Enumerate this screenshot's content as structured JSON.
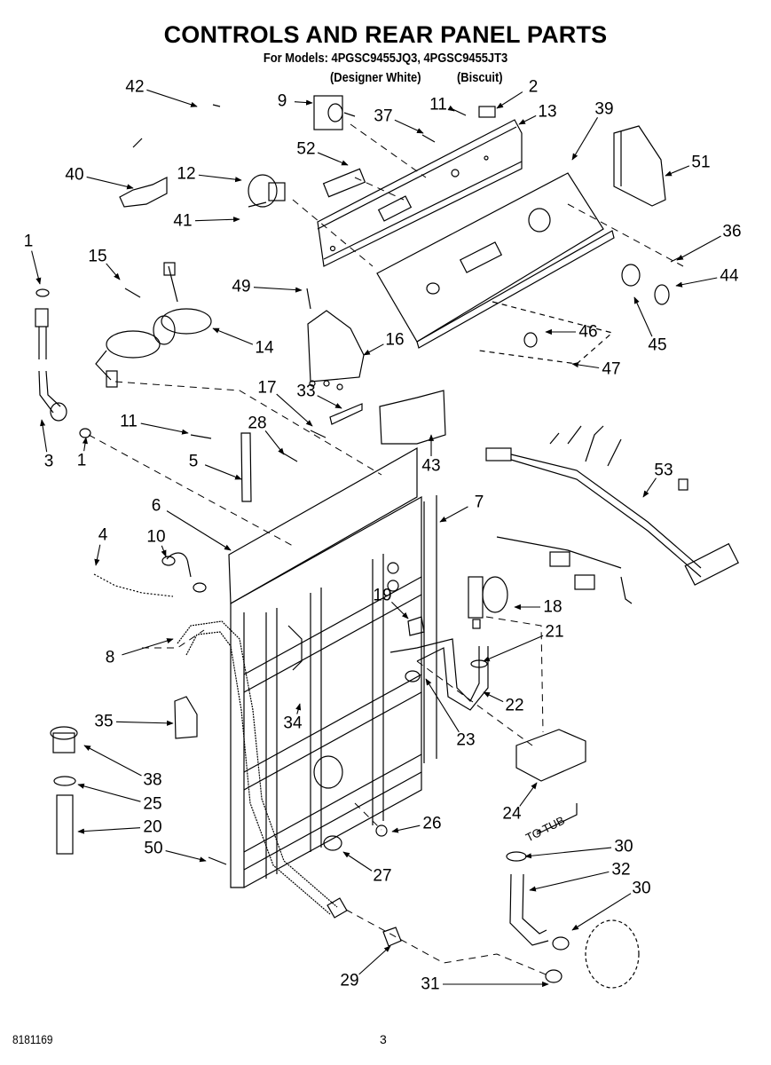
{
  "header": {
    "title": "CONTROLS AND REAR PANEL PARTS",
    "models_line": "For Models: 4PGSC9455JQ3, 4PGSC9455JT3",
    "variants": [
      "(Designer White)",
      "(Biscuit)"
    ]
  },
  "diagram": {
    "annotation_to_tub": "TO TUB",
    "callouts": [
      {
        "id": "42",
        "part": "42"
      },
      {
        "id": "9",
        "part": "9"
      },
      {
        "id": "2",
        "part": "2"
      },
      {
        "id": "11a",
        "part": "11"
      },
      {
        "id": "37",
        "part": "37"
      },
      {
        "id": "13",
        "part": "13"
      },
      {
        "id": "39",
        "part": "39"
      },
      {
        "id": "52",
        "part": "52"
      },
      {
        "id": "51",
        "part": "51"
      },
      {
        "id": "40",
        "part": "40"
      },
      {
        "id": "12",
        "part": "12"
      },
      {
        "id": "41",
        "part": "41"
      },
      {
        "id": "36",
        "part": "36"
      },
      {
        "id": "1a",
        "part": "1"
      },
      {
        "id": "15",
        "part": "15"
      },
      {
        "id": "49",
        "part": "49"
      },
      {
        "id": "44",
        "part": "44"
      },
      {
        "id": "46",
        "part": "46"
      },
      {
        "id": "14",
        "part": "14"
      },
      {
        "id": "16",
        "part": "16"
      },
      {
        "id": "45",
        "part": "45"
      },
      {
        "id": "47",
        "part": "47"
      },
      {
        "id": "17",
        "part": "17"
      },
      {
        "id": "33",
        "part": "33"
      },
      {
        "id": "11b",
        "part": "11"
      },
      {
        "id": "28",
        "part": "28"
      },
      {
        "id": "43",
        "part": "43"
      },
      {
        "id": "3",
        "part": "3"
      },
      {
        "id": "1b",
        "part": "1"
      },
      {
        "id": "5",
        "part": "5"
      },
      {
        "id": "53",
        "part": "53"
      },
      {
        "id": "6",
        "part": "6"
      },
      {
        "id": "7",
        "part": "7"
      },
      {
        "id": "4",
        "part": "4"
      },
      {
        "id": "10",
        "part": "10"
      },
      {
        "id": "18",
        "part": "18"
      },
      {
        "id": "19",
        "part": "19"
      },
      {
        "id": "21",
        "part": "21"
      },
      {
        "id": "8",
        "part": "8"
      },
      {
        "id": "22",
        "part": "22"
      },
      {
        "id": "35",
        "part": "35"
      },
      {
        "id": "34",
        "part": "34"
      },
      {
        "id": "23",
        "part": "23"
      },
      {
        "id": "38",
        "part": "38"
      },
      {
        "id": "25",
        "part": "25"
      },
      {
        "id": "24",
        "part": "24"
      },
      {
        "id": "20",
        "part": "20"
      },
      {
        "id": "26",
        "part": "26"
      },
      {
        "id": "50",
        "part": "50"
      },
      {
        "id": "30a",
        "part": "30"
      },
      {
        "id": "27",
        "part": "27"
      },
      {
        "id": "32",
        "part": "32"
      },
      {
        "id": "30b",
        "part": "30"
      },
      {
        "id": "29",
        "part": "29"
      },
      {
        "id": "31",
        "part": "31"
      }
    ]
  },
  "footer": {
    "document_number": "8181169",
    "page_number": "3"
  }
}
